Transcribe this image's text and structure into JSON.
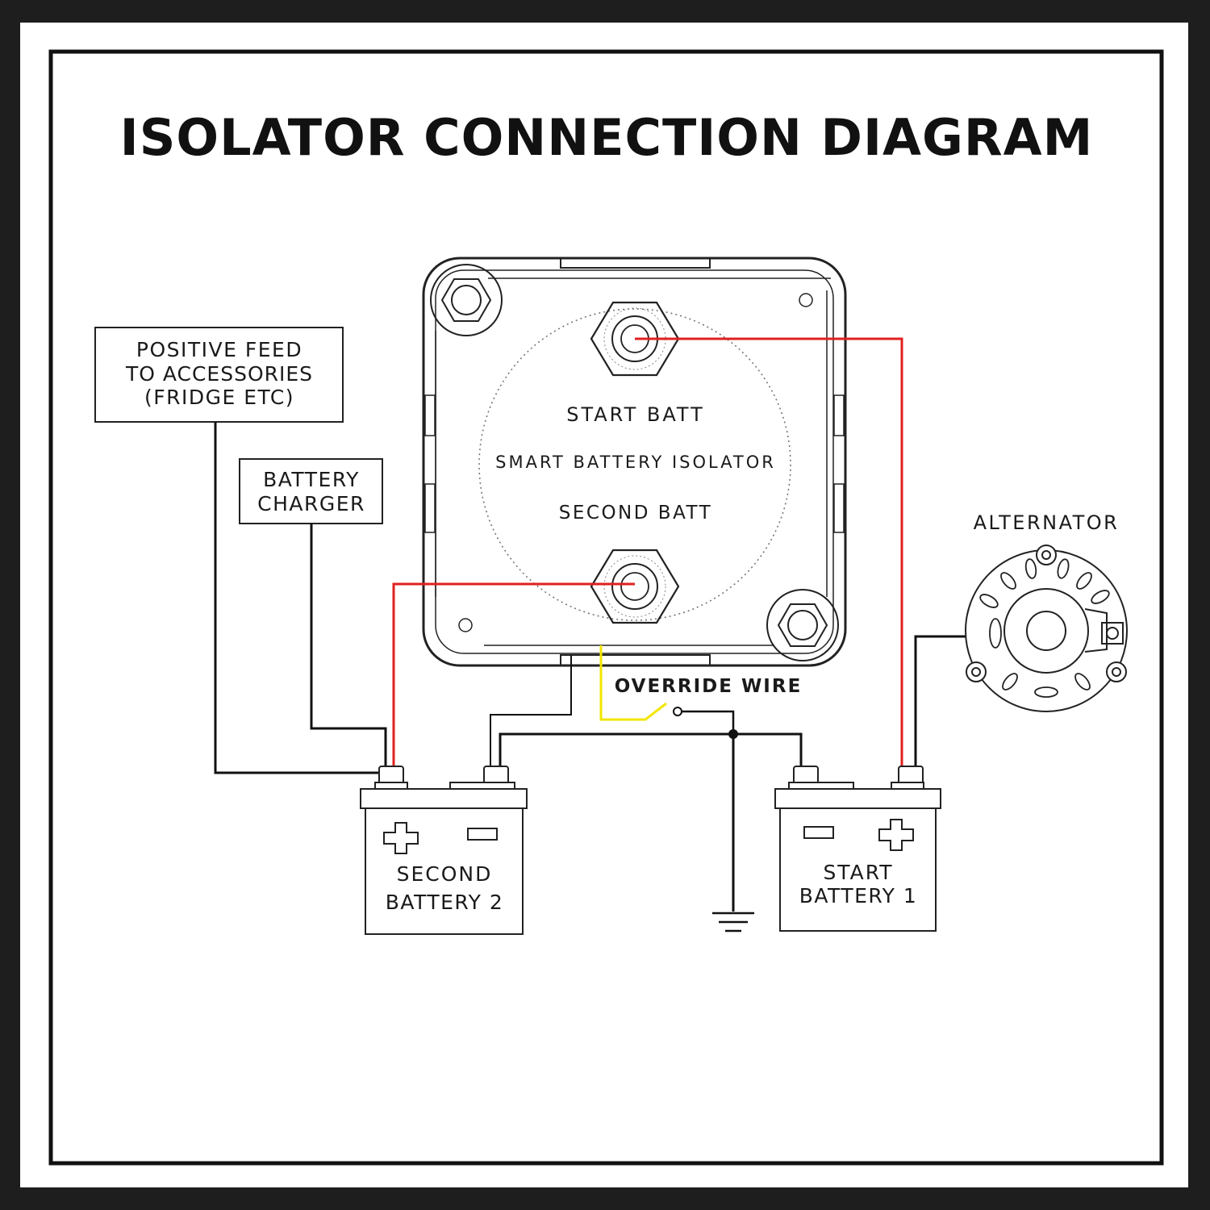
{
  "title": "ISOLATOR CONNECTION DIAGRAM",
  "isolator": {
    "top_label": "START BATT",
    "center_label": "SMART BATTERY ISOLATOR",
    "bottom_label": "SECOND BATT"
  },
  "positive_feed": {
    "line1": "POSITIVE FEED",
    "line2": "TO ACCESSORIES",
    "line3": "(FRIDGE ETC)"
  },
  "battery_charger": {
    "line1": "BATTERY",
    "line2": "CHARGER"
  },
  "alternator_label": "ALTERNATOR",
  "override_wire_label": "OVERRIDE WIRE",
  "second_battery": {
    "line1": "SECOND",
    "line2": "BATTERY 2"
  },
  "start_battery": {
    "line1": "START",
    "line2": "BATTERY 1"
  },
  "colors": {
    "positive_wire": "#e02020",
    "override_wire": "#f2e600",
    "ground_wire": "#111111",
    "background": "#1e1e1e"
  }
}
